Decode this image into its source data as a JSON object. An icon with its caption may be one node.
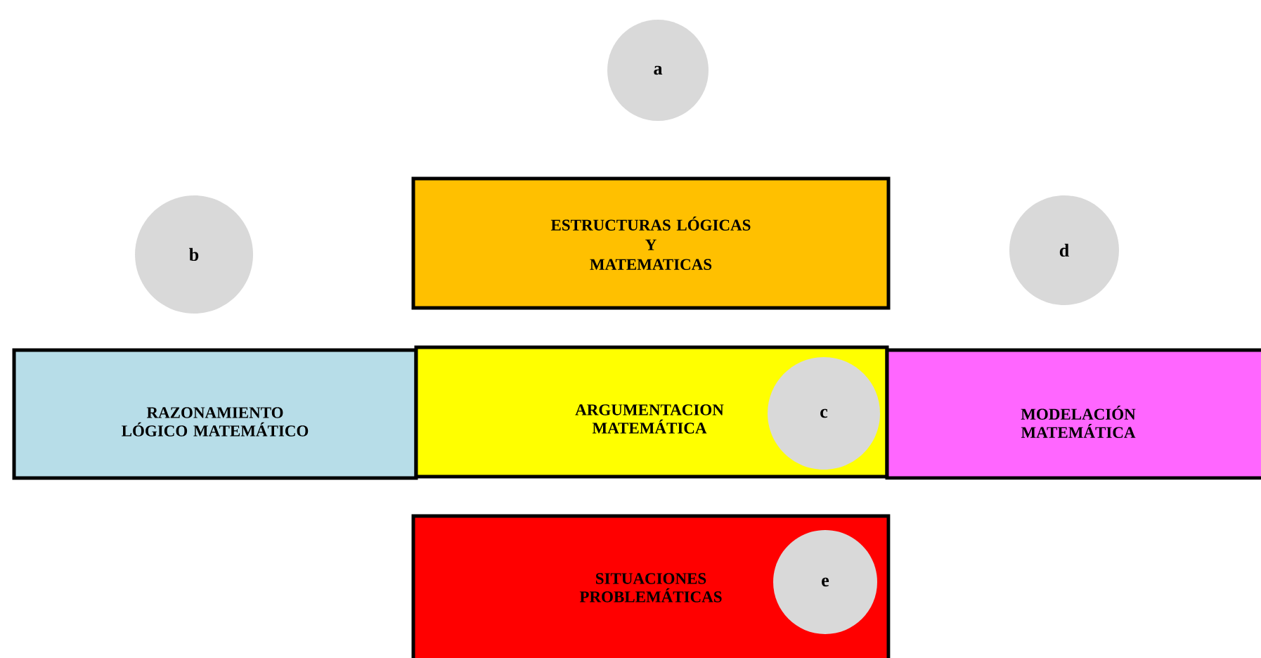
{
  "diagram": {
    "nodes": [
      {
        "text": [
          "a"
        ]
      },
      {
        "text": [
          "ESTRUCTURAS LÓGICAS",
          "Y",
          "MATEMATICAS"
        ]
      },
      {
        "text": [
          "b"
        ]
      },
      {
        "text": [
          "d"
        ]
      },
      {
        "text": [
          "RAZONAMIENTO LÓGICO MATEMÁTICO"
        ]
      },
      {
        "text": [
          "ARGUMENTACION MATEMÁTICA"
        ]
      },
      {
        "text": [
          "c"
        ],
        "in": 5
      },
      {
        "text": [
          "MODELACIÓN MATEMÁTICA"
        ]
      },
      {
        "text": [
          "SITUACIONES PROBLEMÁTICAS"
        ]
      },
      {
        "text": [
          "e"
        ],
        "in": 8
      }
    ]
  }
}
